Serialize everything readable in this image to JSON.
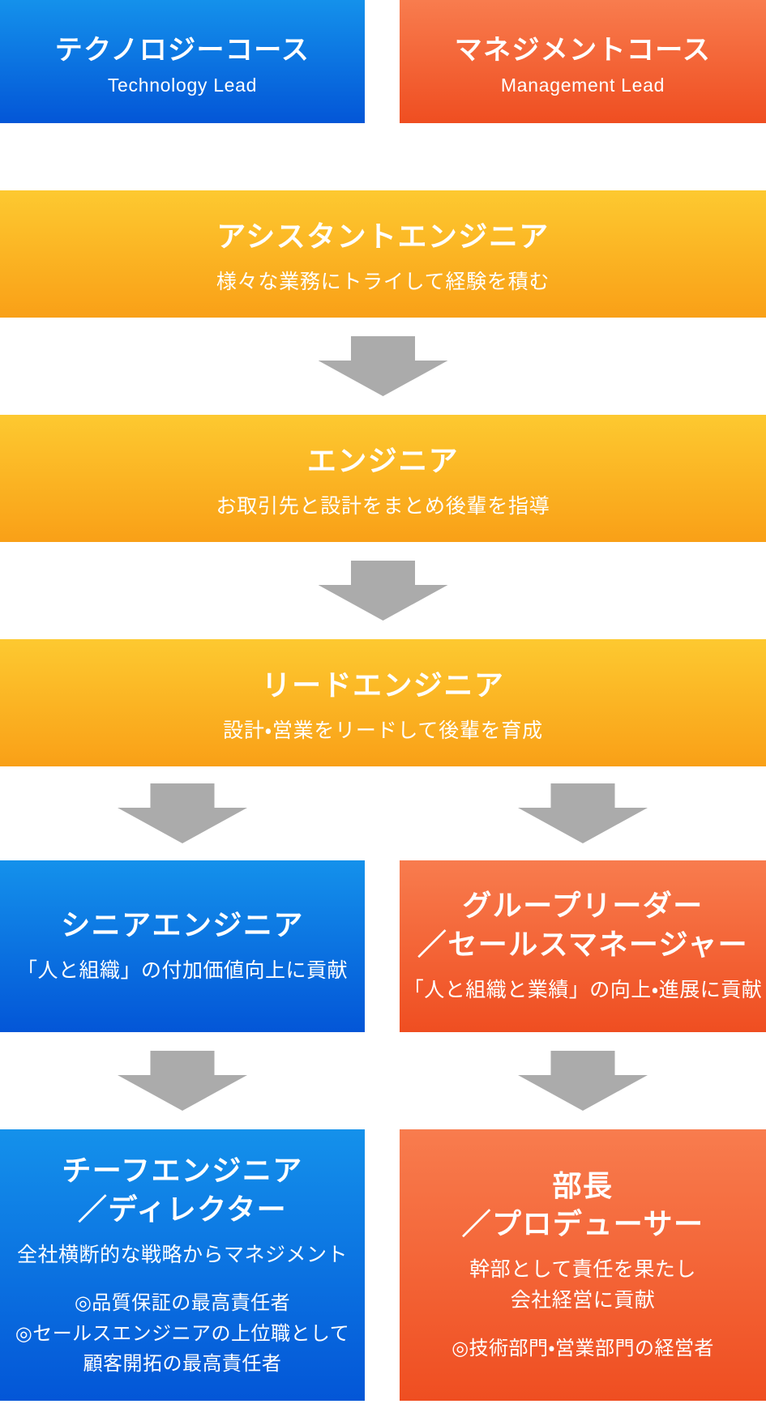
{
  "colors": {
    "tech_blue_top": "#1491eb",
    "tech_blue_bottom": "#0356d7",
    "mgmt_orange_top": "#f87c4e",
    "mgmt_orange_bottom": "#ef4e21",
    "shared_yellow_top": "#fdc930",
    "shared_yellow_bottom": "#f9a017",
    "arrow_gray": "#ababab"
  },
  "headers": {
    "technology": {
      "title": "テクノロジーコース",
      "subtitle": "Technology Lead"
    },
    "management": {
      "title": "マネジメントコース",
      "subtitle": "Management Lead"
    }
  },
  "shared_steps": [
    {
      "title": "アシスタントエンジニア",
      "subtitle": "様々な業務にトライして経験を積む"
    },
    {
      "title": "エンジニア",
      "subtitle": "お取引先と設計をまとめ後輩を指導"
    },
    {
      "title": "リードエンジニア",
      "subtitle": "設計・営業をリードして後輩を育成"
    }
  ],
  "technology_track": {
    "senior_engineer": {
      "title": "シニアエンジニア",
      "subtitle": "「人と組織」の付加価値向上に貢献"
    },
    "chief_engineer": {
      "title_lines": [
        "チーフエンジニア",
        "／ディレクター"
      ],
      "subtitle": "全社横断的な戦略からマネジメント",
      "bullet_lines": [
        "◎品質保証の最高責任者",
        "◎セールスエンジニアの上位職として",
        "顧客開拓の最高責任者"
      ]
    }
  },
  "management_track": {
    "group_leader": {
      "title_lines": [
        "グループリーダー",
        "／セールスマネージャー"
      ],
      "subtitle": "「人と組織と業績」の向上・進展に貢献"
    },
    "director": {
      "title_lines": [
        "部長",
        "／プロデューサー"
      ],
      "subtitle_lines": [
        "幹部として責任を果たし",
        "会社経営に貢献"
      ],
      "bullet_lines": [
        "◎技術部門・営業部門の経営者"
      ]
    }
  }
}
